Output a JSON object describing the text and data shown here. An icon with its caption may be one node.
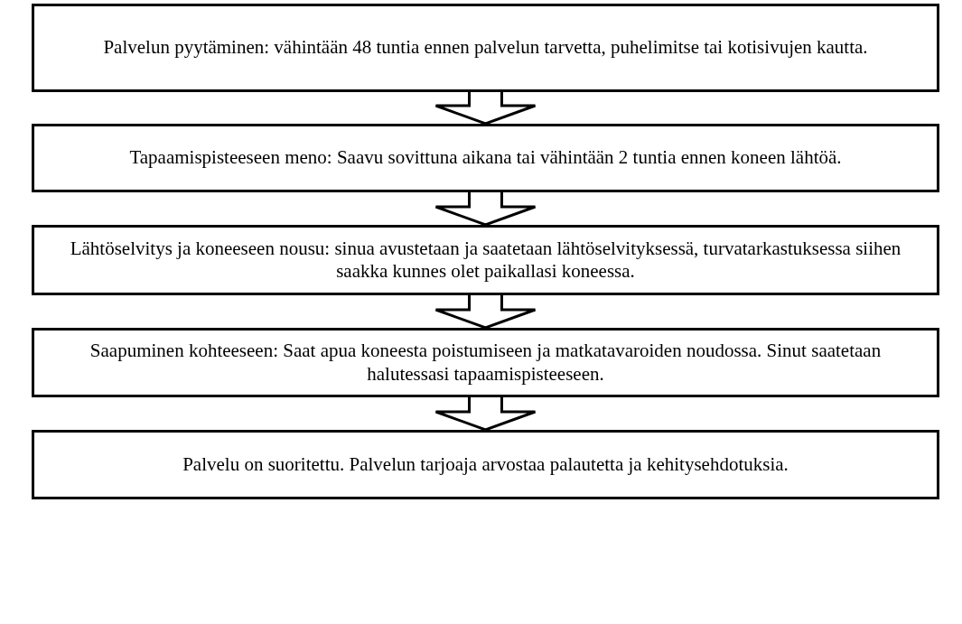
{
  "diagram": {
    "nodes": [
      {
        "text": [
          "Palvelun pyytäminen: vähintään 48 tuntia ennen palvelun tarvetta, puhelimitse tai kotisivujen kautta."
        ]
      },
      {
        "text": [
          "Tapaamispisteeseen meno:  Saavu sovittuna aikana tai vähintään 2 tuntia ennen koneen lähtöä."
        ]
      },
      {
        "text": [
          "Lähtöselvitys ja koneeseen nousu: sinua avustetaan ja saatetaan lähtöselvityksessä, turvatarkastuksessa siihen saakka kunnes olet paikallasi koneessa."
        ]
      },
      {
        "text": [
          "Saapuminen kohteeseen:  Saat apua  koneesta poistumiseen ja matkatavaroiden noudossa. Sinut saatetaan halutessasi tapaamispisteeseen."
        ]
      },
      {
        "text": [
          "Palvelu on suoritettu. Palvelun tarjoaja arvostaa palautetta ja kehitysehdotuksia."
        ]
      }
    ],
    "edges": [
      {
        "from": 0,
        "to": 1,
        "arrow": "to"
      },
      {
        "from": 1,
        "to": 2,
        "arrow": "to"
      },
      {
        "from": 2,
        "to": 3,
        "arrow": "to"
      },
      {
        "from": 3,
        "to": 4,
        "arrow": "to"
      }
    ]
  }
}
